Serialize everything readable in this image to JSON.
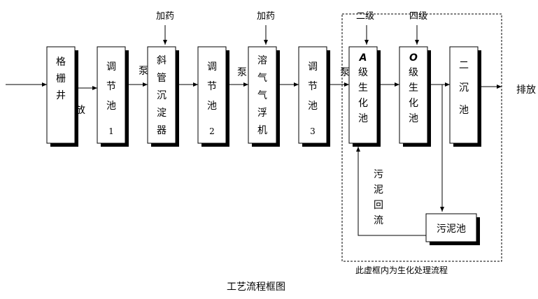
{
  "boxes": {
    "grid_well": [
      "格",
      "栅",
      "井"
    ],
    "tank1": [
      "调",
      "节",
      "池",
      "1"
    ],
    "settler": [
      "斜",
      "管",
      "沉",
      "淀",
      "器"
    ],
    "tank2": [
      "调",
      "节",
      "池",
      "2"
    ],
    "flotation": [
      "溶",
      "气",
      "气",
      "浮",
      "机"
    ],
    "tank3": [
      "调",
      "节",
      "池",
      "3"
    ],
    "a_stage": {
      "letter": "A",
      "chars": [
        "级",
        "生",
        "化",
        "池"
      ]
    },
    "o_stage": {
      "letter": "O",
      "chars": [
        "级",
        "生",
        "化",
        "池"
      ]
    },
    "secondary": [
      "二",
      "沉",
      "池"
    ],
    "sludge_tank": "污泥池"
  },
  "labels": {
    "dose1": "加药",
    "dose2": "加药",
    "level2": "二级",
    "level4": "四级",
    "pump1": "泵",
    "pump2": "泵",
    "pump3": "泵",
    "drain_partial": "放",
    "discharge": "排放",
    "sludge_return": [
      "污",
      "泥",
      "回",
      "流"
    ],
    "note": "此虚框内为生化处理流程",
    "title": "工艺流程框图"
  }
}
